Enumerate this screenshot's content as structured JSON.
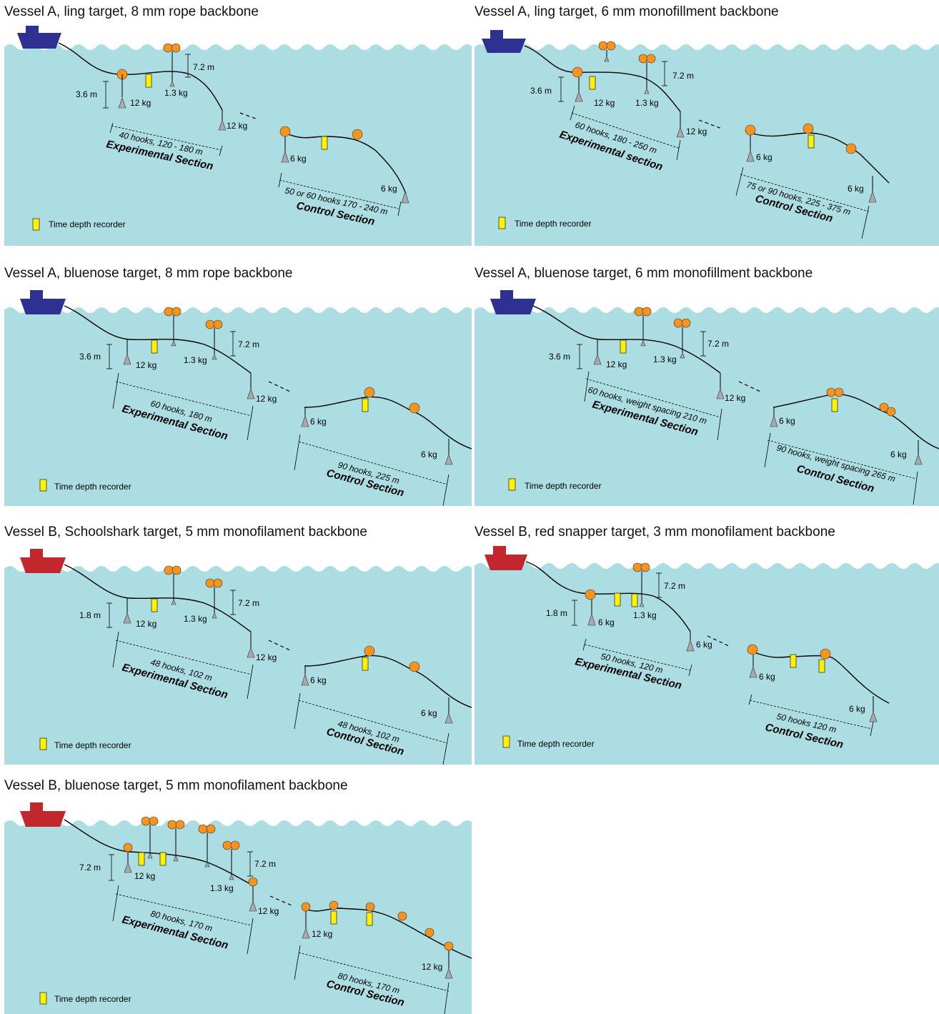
{
  "legend_label": "Time depth recorder",
  "colors": {
    "water": "#acdde2",
    "vessel_a": "#2e3192",
    "vessel_b": "#c1272d",
    "float": "#f7941d",
    "recorder": "#fff200",
    "weight": "#a7a9ac"
  },
  "panels": [
    {
      "title": "Vessel A, ling target, 8 mm rope backbone",
      "exp_depth": "3.6 m",
      "float_depth": "7.2 m",
      "w_heavy": "12 kg",
      "w_light": "1.3 kg",
      "w_end": "12 kg",
      "exp_hooks": "40 hooks, 120 - 180 m",
      "exp_label": "Experimental Section",
      "ctl_w1": "6 kg",
      "ctl_w2": "6 kg",
      "ctl_hooks": "50 or 60 hooks  170 - 240 m",
      "ctl_label": "Control Section"
    },
    {
      "title": "Vessel A, ling target, 6 mm monofillment backbone",
      "exp_depth": "3.6 m",
      "float_depth": "7.2 m",
      "w_heavy": "12 kg",
      "w_light": "1.3 kg",
      "w_end": "12 kg",
      "exp_hooks": "60 hooks, 180 - 250 m",
      "exp_label": "Experimental section",
      "ctl_w1": "6 kg",
      "ctl_w2": "6 kg",
      "ctl_hooks": "75 or 90 hooks, 225  - 375 m",
      "ctl_label": "Control Section"
    },
    {
      "title": "Vessel A, bluenose target, 8 mm rope backbone",
      "exp_depth": "3.6 m",
      "float_depth": "7.2 m",
      "w_heavy": "12 kg",
      "w_light": "1.3 kg",
      "w_end": "12 kg",
      "exp_hooks": "60 hooks, 180 m",
      "exp_label": "Experimental Section",
      "ctl_w1": "6 kg",
      "ctl_w2": "6 kg",
      "ctl_hooks": "90 hooks, 225 m",
      "ctl_label": "Control Section"
    },
    {
      "title": "Vessel A, bluenose target, 6 mm monofillment backbone",
      "exp_depth": "3.6 m",
      "float_depth": "7.2 m",
      "w_heavy": "12 kg",
      "w_light": "1.3 kg",
      "w_end": "12 kg",
      "exp_hooks": "60 hooks, weight spacing  210 m",
      "exp_label": "Experimental Section",
      "ctl_w1": "6 kg",
      "ctl_w2": "6 kg",
      "ctl_hooks": "90 hooks,  weight spacing  265 m",
      "ctl_label": "Control Section"
    },
    {
      "title": "Vessel B, Schoolshark target, 5 mm monofilament backbone",
      "exp_depth": "1.8 m",
      "float_depth": "7.2 m",
      "w_heavy": "12 kg",
      "w_light": "1.3 kg",
      "w_end": "12 kg",
      "exp_hooks": "48 hooks, 102 m",
      "exp_label": "Experimental Section",
      "ctl_w1": "6 kg",
      "ctl_w2": "6 kg",
      "ctl_hooks": "48 hooks, 102 m",
      "ctl_label": "Control Section"
    },
    {
      "title": "Vessel B, red snapper target, 3 mm monofilament backbone",
      "exp_depth": "1.8 m",
      "float_depth": "7.2 m",
      "w_heavy": "6 kg",
      "w_light": "1.3 kg",
      "w_end": "6 kg",
      "exp_hooks": "50 hooks, 120 m",
      "exp_label": "Experimental Section",
      "ctl_w1": "6 kg",
      "ctl_w2": "6 kg",
      "ctl_hooks": "50 hooks  120 m",
      "ctl_label": "Control Section"
    },
    {
      "title": "Vessel B, bluenose target, 5 mm monofilament backbone",
      "exp_depth": "7.2 m",
      "float_depth": "7.2 m",
      "w_heavy": "12 kg",
      "w_light": "1.3 kg",
      "w_end": "12 kg",
      "exp_hooks": "80 hooks, 170 m",
      "exp_label": "Experimental Section",
      "ctl_w1": "12 kg",
      "ctl_w2": "12 kg",
      "ctl_hooks": "80 hooks, 170 m",
      "ctl_label": "Control Section"
    }
  ]
}
